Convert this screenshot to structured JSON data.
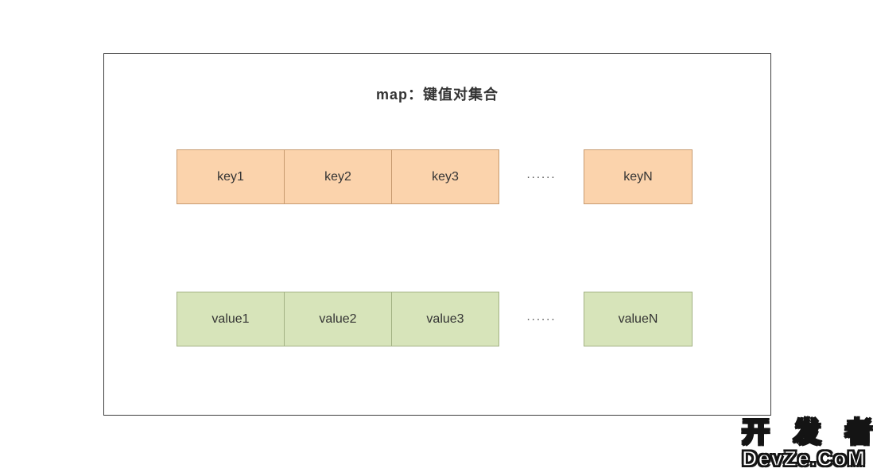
{
  "diagram": {
    "title": "map：键值对集合",
    "key_row": {
      "cells": [
        "key1",
        "key2",
        "key3"
      ],
      "ellipsis": "......",
      "last": "keyN",
      "fill": "#fbd3ac",
      "border": "#c79b70"
    },
    "value_row": {
      "cells": [
        "value1",
        "value2",
        "value3"
      ],
      "ellipsis": "......",
      "last": "valueN",
      "fill": "#d7e4ba",
      "border": "#a3b284"
    }
  },
  "watermark": {
    "line1": "开 发 者",
    "line2": "DevZe.CoM"
  }
}
